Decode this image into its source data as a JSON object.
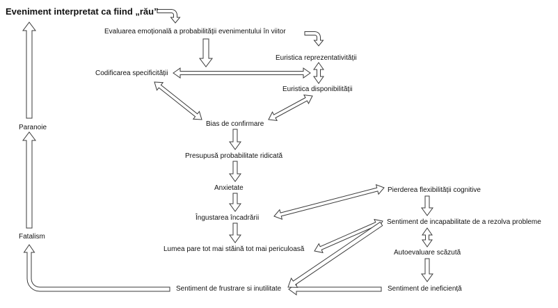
{
  "diagram": {
    "nodes": {
      "title": "Eveniment interpretat ca fiind „rău”",
      "evaluare": "Evaluarea emoțională a probabilității evenimentului în viitor",
      "euristica_reprezentativitate": "Euristica reprezentativității",
      "codificarea": "Codificarea specificității",
      "euristica_disponibilitate": "Euristica disponibilității",
      "paranoie": "Paranoie",
      "bias": "Bias de confirmare",
      "presupusa": "Presupusă probabilitate ridicată",
      "anxietate": "Anxietate",
      "pierderea": "Pierderea flexibilității cognitive",
      "ingustarea": "Îngustarea încadrării",
      "sentiment_incapabilitate": "Sentiment de incapabilitate de a rezolva probleme",
      "fatalism": "Fatalism",
      "lumea": "Lumea pare tot mai stăină tot mai periculoasă",
      "autoevaluare": "Autoevaluare scăzută",
      "frustrare": "Sentiment de frustrare si inutilitate",
      "ineficienta": "Sentiment de ineficiență"
    },
    "colors": {
      "stroke": "#3a3a3a",
      "fill": "#ffffff",
      "text": "#111111"
    }
  }
}
